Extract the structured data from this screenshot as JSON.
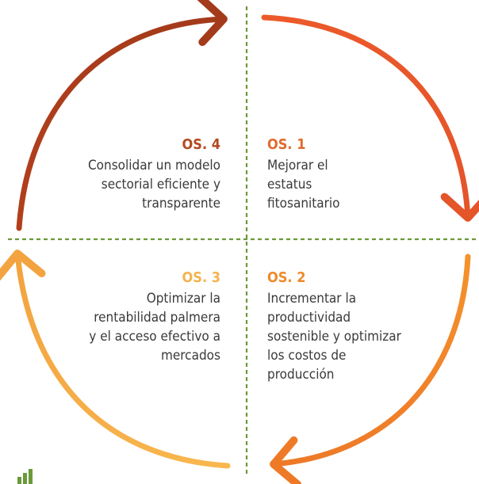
{
  "objectives": [
    {
      "code": "OS. 1",
      "text": "Mejorar el\nestatus\nfitosanitario",
      "color": "#e06a2c"
    },
    {
      "code": "OS. 2",
      "text": "Incrementar la\nproductividad\nsostenible y optimizar\nlos costos de\nproducción",
      "color": "#ee8a2a"
    },
    {
      "code": "OS. 3",
      "text": "Optimizar la\nrentabilidad palmera\ny el acceso efectivo a\nmercados",
      "color": "#f4b24d"
    },
    {
      "code": "OS. 4",
      "text": "Consolidar un modelo\nsectorial eficiente y\ntransparente",
      "color": "#b2491f"
    }
  ],
  "colors": {
    "divider": "#6a9a3a",
    "arc_tr_start": "#ec5a2a",
    "arc_tr_end": "#e4552a",
    "arc_br_start": "#f4922d",
    "arc_br_end": "#ee7a28",
    "arc_bl_start": "#f8b84f",
    "arc_bl_end": "#f3a33f",
    "arc_tl_start": "#b23f1c",
    "arc_tl_end": "#a33a1a",
    "logo": "#6a9a3a"
  }
}
